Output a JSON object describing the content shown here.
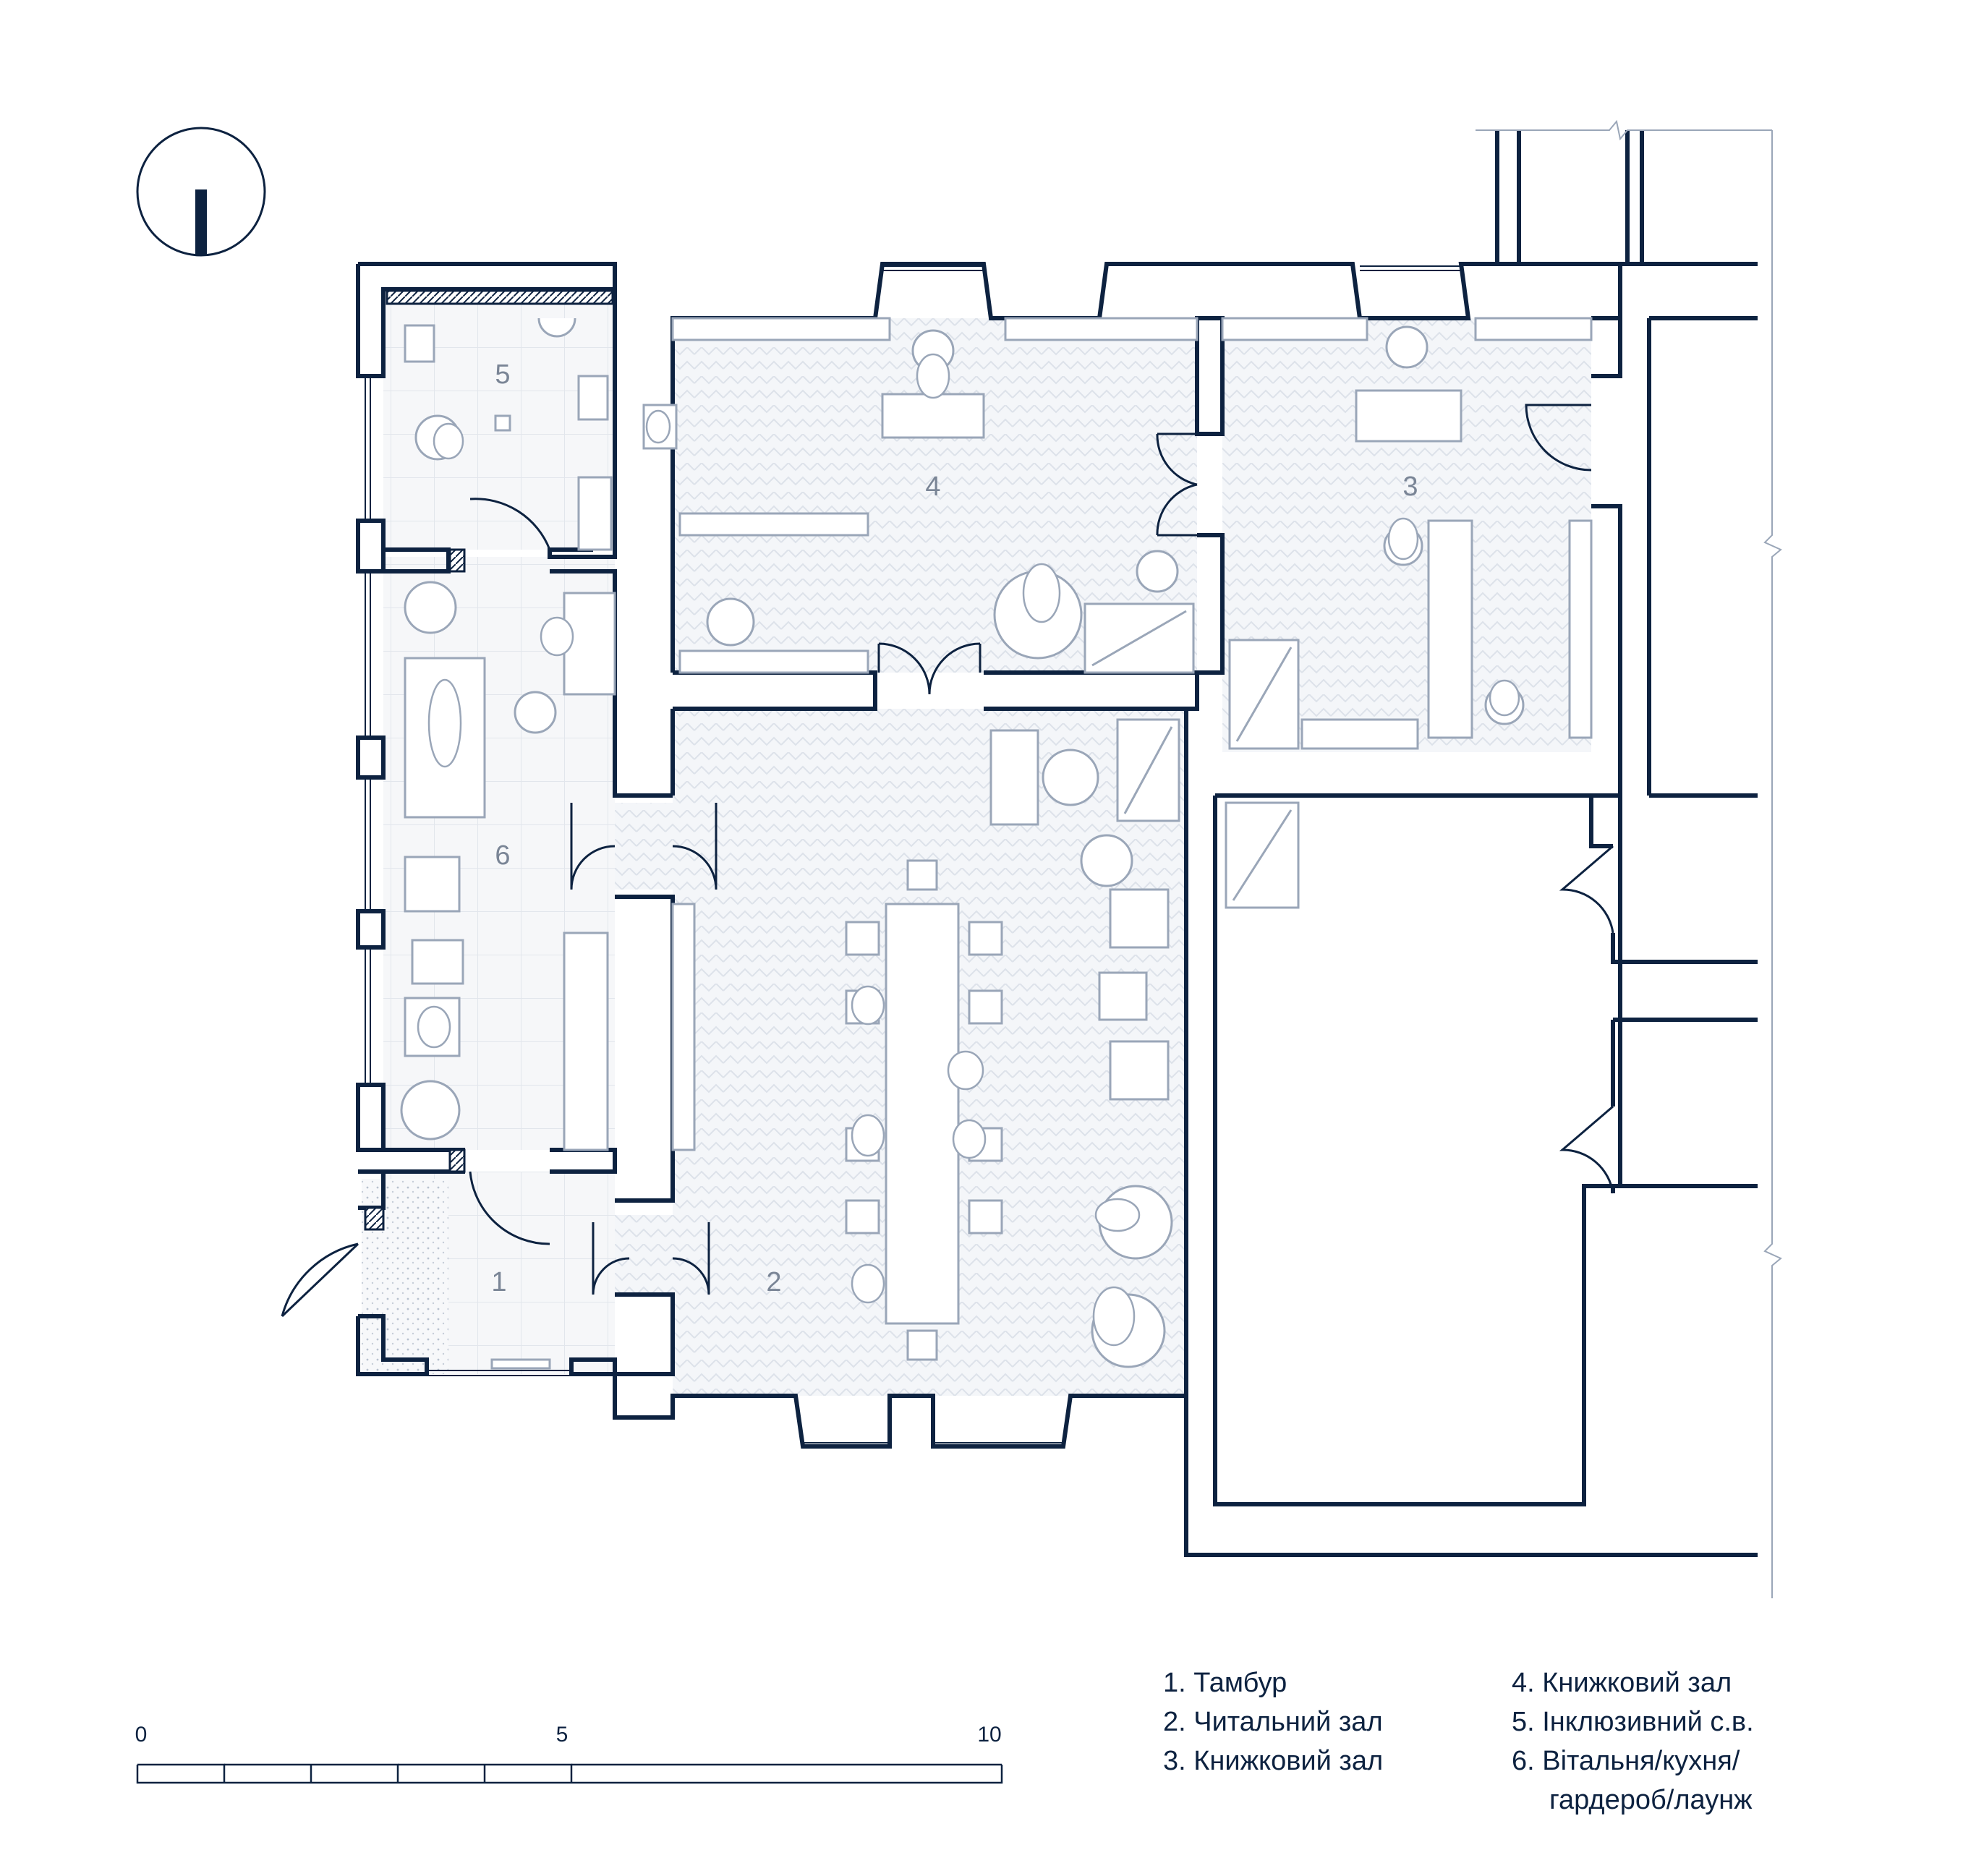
{
  "colors": {
    "wall": "#0d2240",
    "furniture": "#9aa6b8",
    "floor": "#eef1f5"
  },
  "rooms": [
    {
      "id": "1",
      "label": "1"
    },
    {
      "id": "2",
      "label": "2"
    },
    {
      "id": "3",
      "label": "3"
    },
    {
      "id": "4",
      "label": "4"
    },
    {
      "id": "5",
      "label": "5"
    },
    {
      "id": "6",
      "label": "6"
    }
  ],
  "scale": {
    "ticks": [
      "0",
      "5",
      "10"
    ]
  },
  "legend": {
    "left": [
      "1. Тамбур",
      "2. Читальний зал",
      "3. Книжковий зал"
    ],
    "right": [
      "4. Книжковий зал",
      "5. Інклюзивний с.в.",
      "6. Вітальня/кухня/",
      "гардероб/лаунж"
    ]
  },
  "icons": {
    "north": "north-arrow-icon"
  }
}
